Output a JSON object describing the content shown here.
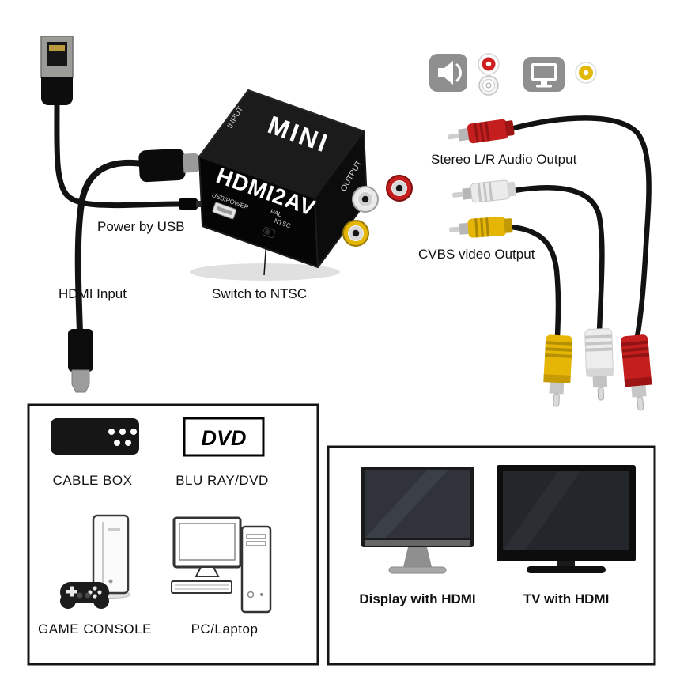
{
  "device": {
    "brand": "MINI",
    "model": "HDMI2AV",
    "input_port": "INPUT",
    "output_port": "OUTPUT",
    "usb_power": "USB/POWER",
    "pal": "PAL",
    "ntsc": "NTSC"
  },
  "callouts": {
    "power_by_usb": "Power by USB",
    "hdmi_input": "HDMI Input",
    "switch_to_ntsc": "Switch to NTSC",
    "stereo_output": "Stereo L/R Audio Output",
    "cvbs_output": "CVBS video Output"
  },
  "source_devices": {
    "cable_box": "CABLE BOX",
    "dvd": "DVD",
    "blu_ray": "BLU RAY/DVD",
    "game_console": "GAME CONSOLE",
    "pc_laptop": "PC/Laptop"
  },
  "display_devices": {
    "display_hdmi": "Display with HDMI",
    "tv_hdmi": "TV with HDMI"
  },
  "icons": {
    "speaker": "speaker-icon",
    "rca_red": "rca-red-icon",
    "rca_white": "rca-white-icon",
    "monitor": "monitor-icon",
    "rca_yellow": "rca-yellow-icon"
  },
  "colors": {
    "rca_red": "#c41e1e",
    "rca_white": "#ececec",
    "rca_yellow": "#e5b606",
    "device_black": "#0d0d0d",
    "icon_grey": "#8f8f8f",
    "cable_black": "#121212"
  }
}
